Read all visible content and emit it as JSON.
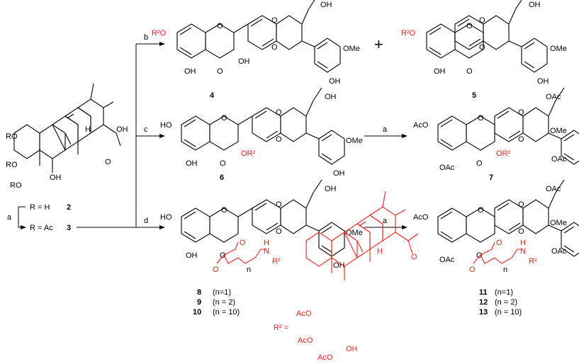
{
  "colors": {
    "highlight": "#e8221c",
    "ink": "#000000"
  },
  "reagents": {
    "a": "a",
    "b": "b",
    "c": "c",
    "d": "d"
  },
  "start_material": {
    "labels": {
      "oh_acid": "OH",
      "carbonyl_o": "O",
      "h": "H",
      "ro_1": "RO",
      "ro_2": "RO",
      "ro_3": "RO",
      "oh": "OH"
    },
    "r_h": "R = H",
    "r_ac": "R = Ac",
    "num_h": "2",
    "num_ac": "3"
  },
  "plus": "+",
  "compounds": {
    "c4": {
      "number": "4",
      "r2o": "R²O",
      "o_ring": "O",
      "o_a": "O",
      "o_b": "O",
      "oh_top": "OH",
      "ome": "OMe",
      "oh_ar": "OH",
      "oh_5": "OH",
      "o_4": "O",
      "oh_3": "OH"
    },
    "c5": {
      "number": "5",
      "r2o": "R²O",
      "o_ring": "O",
      "o_a": "O",
      "o_b": "O",
      "oh_top": "OH",
      "ome": "OMe",
      "oh_ar": "OH",
      "oh_5": "OH",
      "o_4": "O"
    },
    "c6": {
      "number": "6",
      "ho7": "HO",
      "o_ring": "O",
      "o_a": "O",
      "o_b": "O",
      "oh_top": "OH",
      "ome": "OMe",
      "oh_ar": "OH",
      "oh_5": "OH",
      "o_4": "O",
      "or2": "OR²"
    },
    "c7": {
      "number": "7",
      "aco7": "AcO",
      "o_ring": "O",
      "o_a": "O",
      "o_b": "O",
      "oac_top": "OAc",
      "ome": "OMe",
      "oac_ar": "OAc",
      "oac_5": "OAc",
      "o_4": "O",
      "or2": "OR²"
    },
    "c8_10": {
      "ho7": "HO",
      "o_ring": "O",
      "o_a": "O",
      "o_b": "O",
      "oh_top": "OH",
      "ome": "OMe",
      "oh_ar": "OH",
      "oh_5": "OH",
      "o_4": "O",
      "o_est": "O",
      "o_co": "O",
      "nh": "H",
      "n": "N",
      "sub_n": "n",
      "r2": "R²",
      "rows": [
        {
          "num": "8",
          "cond": "(n=1)"
        },
        {
          "num": "9",
          "cond": "(n = 2)"
        },
        {
          "num": "10",
          "cond": "(n = 10)"
        }
      ]
    },
    "c11_13": {
      "aco7": "AcO",
      "o_ring": "O",
      "o_a": "O",
      "o_b": "O",
      "oac_top": "OAc",
      "ome": "OMe",
      "oac_ar": "OAc",
      "oac_5": "OAc",
      "o_4": "O",
      "o_est": "O",
      "o_co": "O",
      "nh": "H",
      "n": "N",
      "sub_n": "n",
      "r2": "R²",
      "rows": [
        {
          "num": "11",
          "cond": "(n=1)"
        },
        {
          "num": "12",
          "cond": "(n = 2)"
        },
        {
          "num": "13",
          "cond": "(n = 10)"
        }
      ]
    }
  },
  "r2_definition": {
    "label": "R² =",
    "aco_1": "AcO",
    "aco_2": "AcO",
    "aco_3": "AcO",
    "oh": "OH",
    "h": "H",
    "o": "O"
  }
}
